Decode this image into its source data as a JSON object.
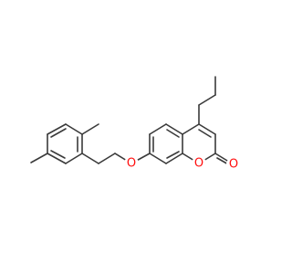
{
  "molecule": {
    "atoms": {
      "ether_oxygen": {
        "symbol": "O",
        "color": "#ff0d0d"
      },
      "ring_oxygen": {
        "symbol": "O",
        "color": "#ff0d0d"
      },
      "carbonyl_oxygen": {
        "symbol": "O",
        "color": "#ff0d0d"
      }
    },
    "bond_color": "#3a3a3a"
  }
}
